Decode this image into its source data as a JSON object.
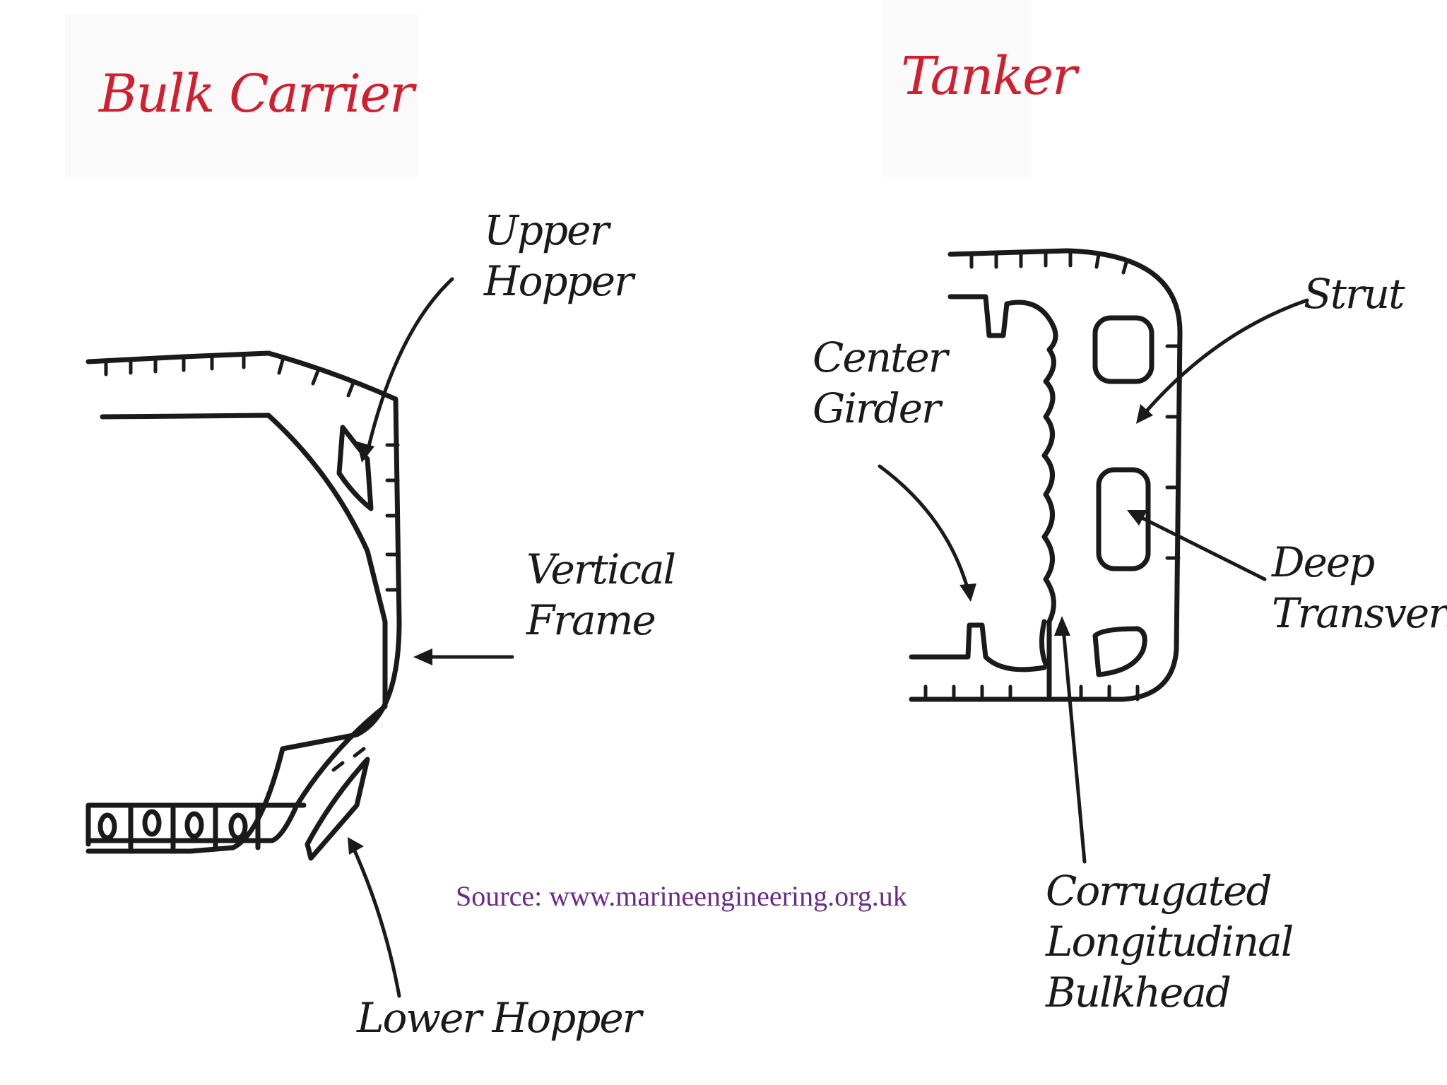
{
  "bulk_carrier": {
    "title": "Bulk Carrier",
    "labels": {
      "upper_hopper": [
        "Upper",
        "Hopper"
      ],
      "vertical_frame": [
        "Vertical",
        "Frame"
      ],
      "lower_hopper": [
        "Lower Hopper"
      ]
    }
  },
  "tanker": {
    "title": "Tanker",
    "labels": {
      "center_girder": [
        "Center",
        "Girder"
      ],
      "strut": [
        "Strut"
      ],
      "deep_transverse": [
        "Deep",
        "Transverse"
      ],
      "corrugated_bulkhead": [
        "Corrugated",
        "Longitudinal",
        "Bulkhead"
      ]
    }
  },
  "source": "Source: www.marineengineering.org.uk",
  "colors": {
    "title": "#d0202f",
    "source": "#6a2a8a",
    "ink": "#1a1a1a"
  }
}
